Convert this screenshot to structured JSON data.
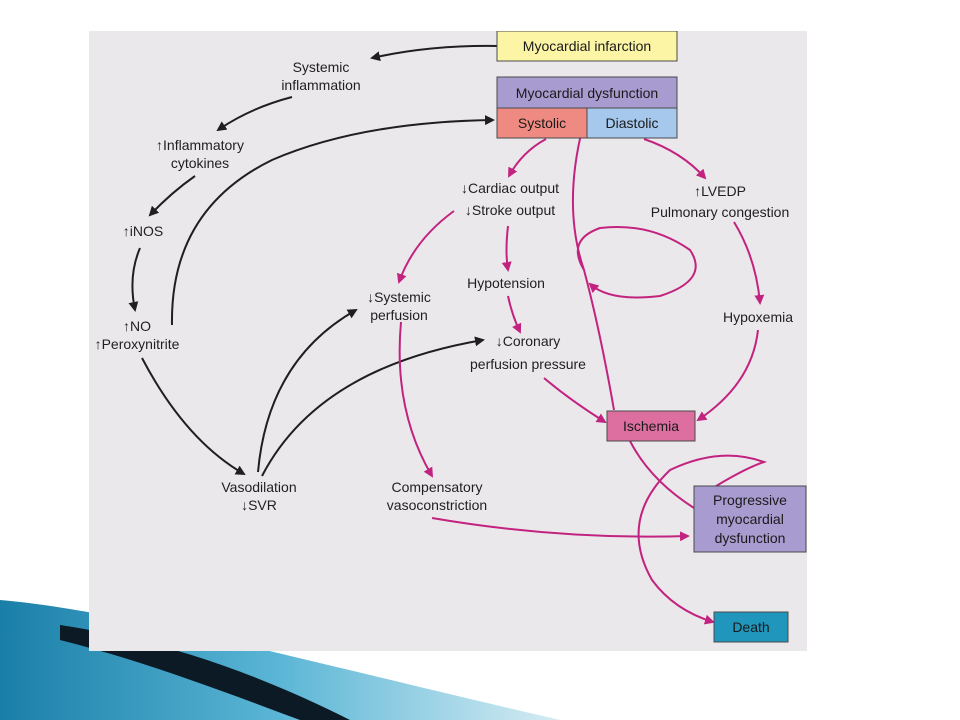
{
  "colors": {
    "panel_bg": "#ebe8ec",
    "box_yellow": "#fdf5a6",
    "box_purple": "#a89bcf",
    "box_salmon": "#ef8a82",
    "box_blue": "#a6c8ec",
    "box_pink": "#dc6ea0",
    "box_teal": "#2196bd",
    "arrow_black": "#1f1f1f",
    "arrow_magenta": "#c2237f"
  },
  "boxes": {
    "myocardial_infarction": "Myocardial infarction",
    "myocardial_dysfunction": "Myocardial dysfunction",
    "systolic": "Systolic",
    "diastolic": "Diastolic",
    "ischemia": "Ischemia",
    "progressive_line1": "Progressive",
    "progressive_line2": "myocardial",
    "progressive_line3": "dysfunction",
    "death": "Death"
  },
  "nodes": {
    "systemic_inflammation_line1": "Systemic",
    "systemic_inflammation_line2": "inflammation",
    "inflammatory_cytokines_line1": "Inflammatory",
    "inflammatory_cytokines_line2": "cytokines",
    "inos": "iNOS",
    "no": "NO",
    "peroxynitrite": "Peroxynitrite",
    "vasodilation": "Vasodilation",
    "svr": "SVR",
    "cardiac_output": "Cardiac output",
    "stroke_output": "Stroke output",
    "hypotension": "Hypotension",
    "systemic_perfusion_line1": "Systemic",
    "systemic_perfusion_line2": "perfusion",
    "coronary_line1": "Coronary",
    "coronary_line2": "perfusion pressure",
    "lvedp": "LVEDP",
    "pulmonary_congestion": "Pulmonary congestion",
    "hypoxemia": "Hypoxemia",
    "compensatory_line1": "Compensatory",
    "compensatory_line2": "vasoconstriction"
  },
  "symbols": {
    "up": "↑",
    "down": "↓"
  }
}
